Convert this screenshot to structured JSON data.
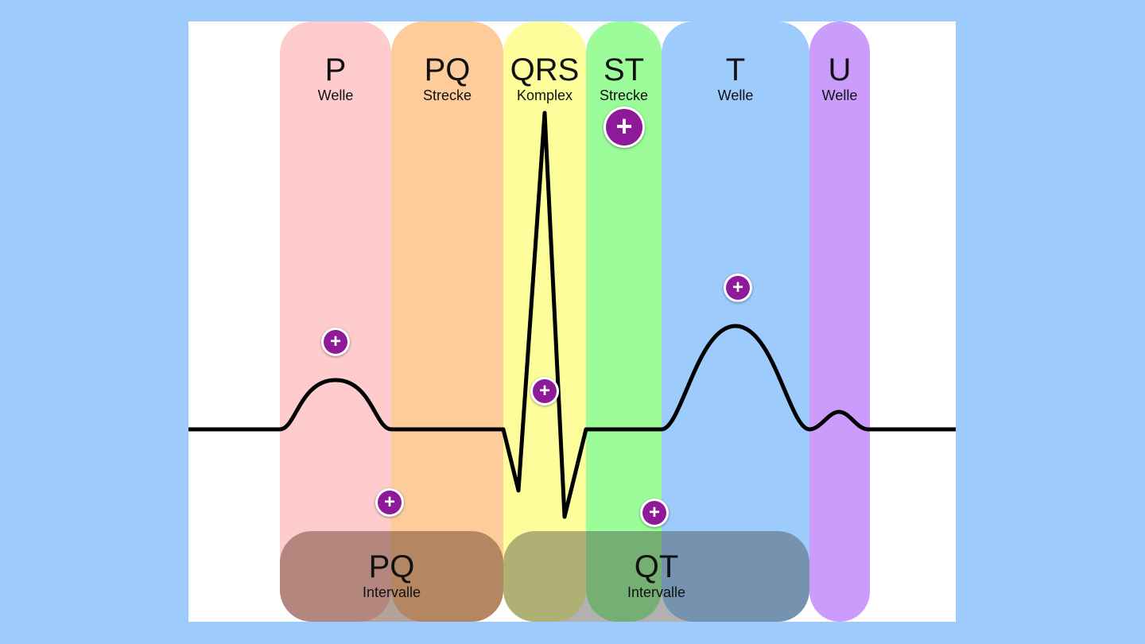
{
  "segments": [
    {
      "name": "P",
      "sub": "Welle",
      "color": "#fecccc"
    },
    {
      "name": "PQ",
      "sub": "Strecke",
      "color": "#fdcc9a"
    },
    {
      "name": "QRS",
      "sub": "Komplex",
      "color": "#fdfd9c"
    },
    {
      "name": "ST",
      "sub": "Strecke",
      "color": "#9cfc9a"
    },
    {
      "name": "T",
      "sub": "Welle",
      "color": "#9ccbfc"
    },
    {
      "name": "U",
      "sub": "Welle",
      "color": "#cb9cfc"
    }
  ],
  "intervals": [
    {
      "name": "PQ",
      "sub": "Intervalle"
    },
    {
      "name": "QT",
      "sub": "Intervalle"
    }
  ],
  "hotspot_icon": "plus-icon",
  "colors": {
    "background": "#9ccbfc",
    "hotspot": "#8e1a9a"
  }
}
